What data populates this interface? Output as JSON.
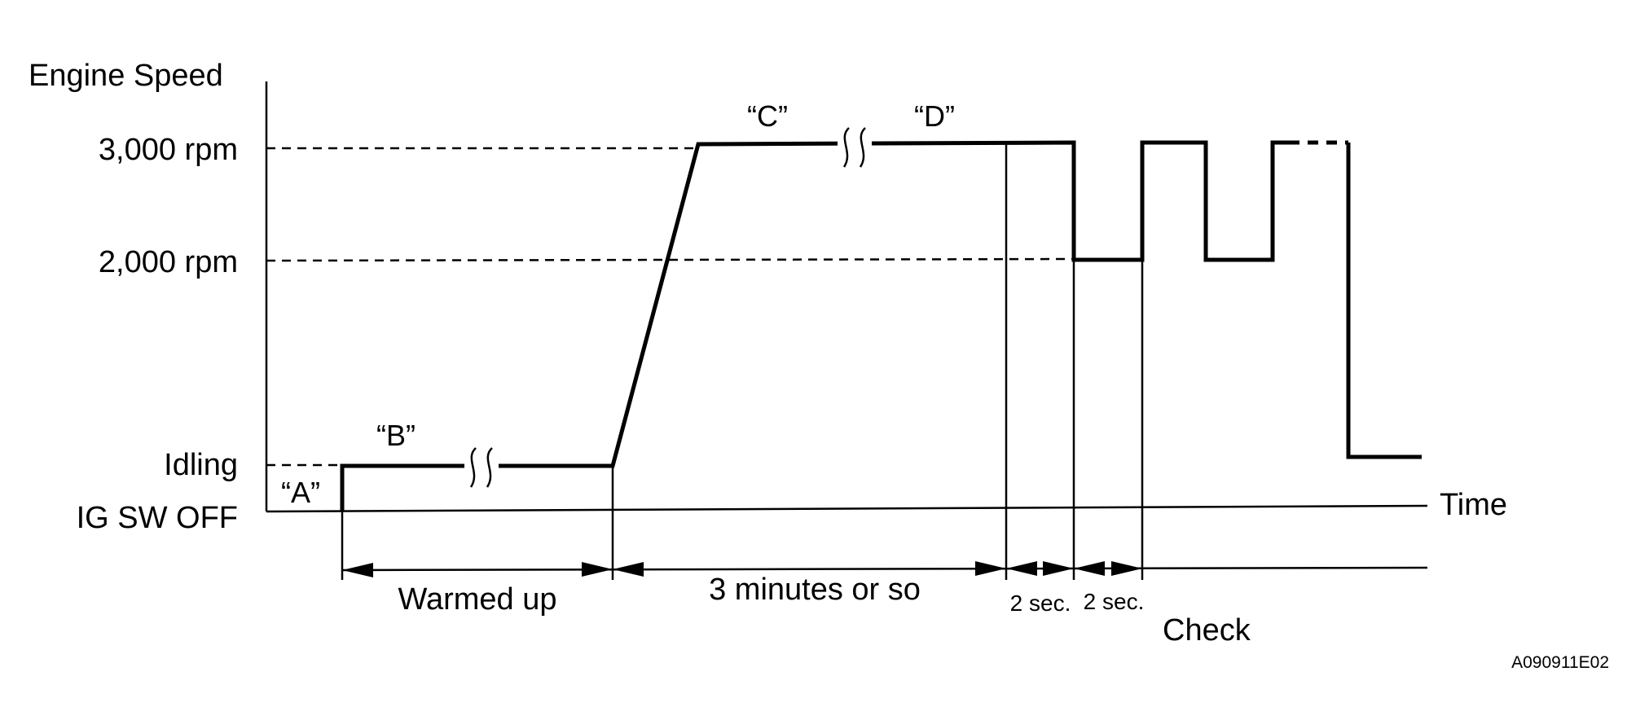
{
  "y_axis": {
    "title": "Engine Speed",
    "levels": [
      "3,000 rpm",
      "2,000 rpm",
      "Idling",
      "IG SW OFF"
    ]
  },
  "x_axis": {
    "title": "Time"
  },
  "phase_labels": {
    "a": "“A”",
    "b": "“B”",
    "c": "“C”",
    "d": "“D”"
  },
  "durations": {
    "warm_up": "Warmed up",
    "hold": "3 minutes or so",
    "first_step": "2 sec.",
    "second_step": "2 sec."
  },
  "check_label": "Check",
  "figure_code": "A090911E02"
}
